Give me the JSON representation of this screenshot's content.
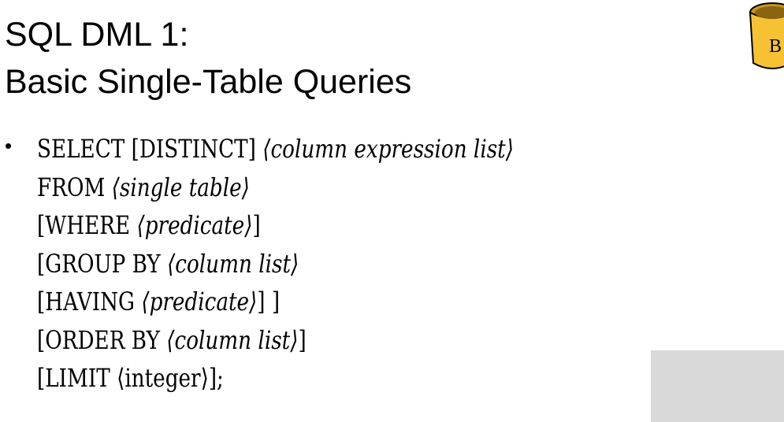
{
  "slide": {
    "title_line1": "SQL DML 1:",
    "title_line2": "Basic Single-Table Queries",
    "bullet_glyph": "•",
    "logo_letter": "B",
    "colors": {
      "logo_fill": "#f6c233",
      "logo_stroke": "#000000",
      "gray_box": "#d9d9d9"
    }
  },
  "syntax": {
    "select_kw": "SELECT",
    "distinct_opt": "[DISTINCT]",
    "select_arg": "⟨column expression list⟩",
    "from_kw": "FROM",
    "from_arg": "⟨single table⟩",
    "where_open": "[WHERE",
    "where_arg": "⟨predicate⟩",
    "where_close": "]",
    "groupby_open": "[GROUP BY",
    "groupby_arg": "⟨column list⟩",
    "having_open": "[HAVING",
    "having_arg": "⟨predicate⟩",
    "having_close": "] ]",
    "orderby_open": "[ORDER BY",
    "orderby_arg": "⟨column list⟩",
    "orderby_close": "]",
    "limit_open": "[LIMIT",
    "limit_arg": "⟨integer⟩",
    "limit_close": "];"
  }
}
